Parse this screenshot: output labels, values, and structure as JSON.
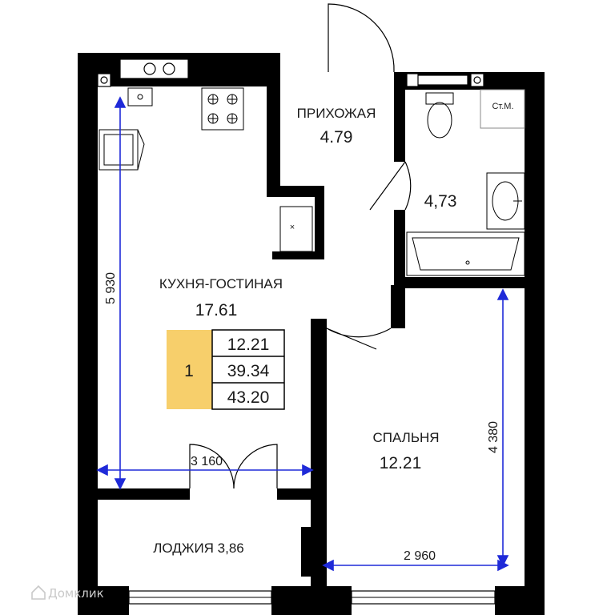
{
  "rooms": {
    "hallway": {
      "name": "ПРИХОЖАЯ",
      "area": "4.79"
    },
    "bathroom": {
      "area": "4,73",
      "washer_label": "Ст.М."
    },
    "kitchen_living": {
      "name": "КУХНЯ-ГОСТИНАЯ",
      "area": "17.61"
    },
    "bedroom": {
      "name": "СПАЛЬНЯ",
      "area": "12.21"
    },
    "loggia": {
      "name": "ЛОДЖИЯ 3,86"
    }
  },
  "summary": {
    "rooms_count": "1",
    "living_area": "12.21",
    "total_area_wo_loggia": "39.34",
    "total_area": "43.20",
    "badge_color": "#f7cf6b"
  },
  "dimensions": {
    "kitchen_height": "5 930",
    "kitchen_width": "3 160",
    "bedroom_height": "4 380",
    "bedroom_width": "2 960",
    "dimension_color": "#1f2ad8"
  },
  "fixtures": {
    "vent_mark": "×"
  },
  "watermark": "Домклик",
  "colors": {
    "wall": "#000000"
  }
}
